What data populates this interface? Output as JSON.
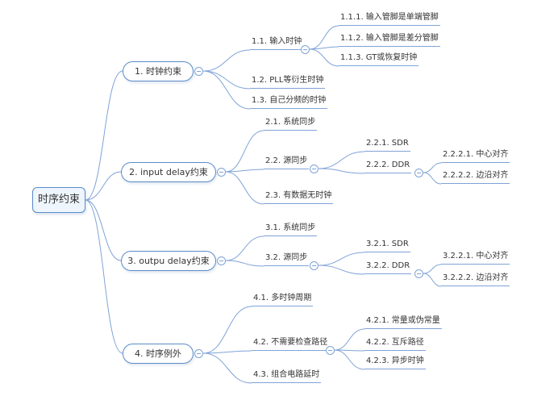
{
  "root": {
    "label": "时序约束"
  },
  "branches": [
    {
      "label": "1. 时钟约束",
      "children": [
        {
          "label": "1.1. 输入时钟",
          "children": [
            {
              "label": "1.1.1. 输入管脚是单端管脚"
            },
            {
              "label": "1.1.2. 输入管脚是差分管脚"
            },
            {
              "label": "1.1.3. GT或恢复时钟"
            }
          ]
        },
        {
          "label": "1.2. PLL等衍生时钟"
        },
        {
          "label": "1.3. 自己分频的时钟"
        }
      ]
    },
    {
      "label": "2. input delay约束",
      "children": [
        {
          "label": "2.1. 系统同步"
        },
        {
          "label": "2.2. 源同步",
          "children": [
            {
              "label": "2.2.1. SDR"
            },
            {
              "label": "2.2.2. DDR",
              "children": [
                {
                  "label": "2.2.2.1. 中心对齐"
                },
                {
                  "label": "2.2.2.2. 边沿对齐"
                }
              ]
            }
          ]
        },
        {
          "label": "2.3. 有数据无时钟"
        }
      ]
    },
    {
      "label": "3. outpu delay约束",
      "children": [
        {
          "label": "3.1. 系统同步"
        },
        {
          "label": "3.2. 源同步",
          "children": [
            {
              "label": "3.2.1. SDR"
            },
            {
              "label": "3.2.2. DDR",
              "children": [
                {
                  "label": "3.2.2.1. 中心对齐"
                },
                {
                  "label": "3.2.2.2. 边沿对齐"
                }
              ]
            }
          ]
        }
      ]
    },
    {
      "label": "4. 时序例外",
      "children": [
        {
          "label": "4.1. 多时钟周期"
        },
        {
          "label": "4.2. 不需要检查路径",
          "children": [
            {
              "label": "4.2.1. 常量或伪常量"
            },
            {
              "label": "4.2.2. 互斥路径"
            },
            {
              "label": "4.2.3. 异步时钟"
            }
          ]
        },
        {
          "label": "4.3. 组合电路延时"
        }
      ]
    }
  ],
  "colors": {
    "background": "#ffffff",
    "line": "#7fa3d7",
    "border": "#5b8cc8",
    "text": "#333333",
    "root_bg": "#eef5fc",
    "node_bg": "#ffffff"
  }
}
